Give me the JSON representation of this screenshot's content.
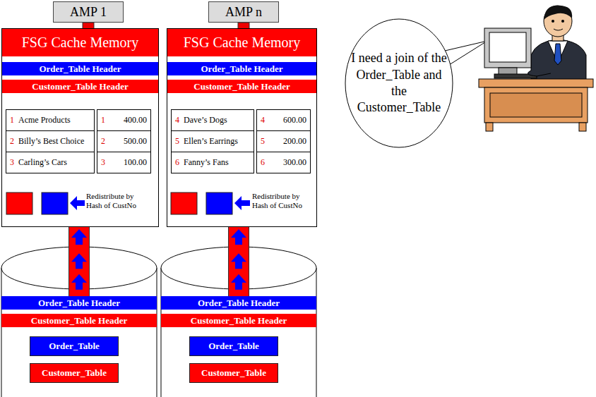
{
  "diagram": {
    "nodes": [
      {
        "text": [
          "AMP 1"
        ]
      },
      {
        "text": [
          "AMP n"
        ]
      },
      {
        "text": [
          "I need a join of the Order_Table and the Customer_Table"
        ]
      },
      {
        "text": [
          "FSG Cache Memory"
        ]
      },
      {
        "text": [
          "Order_Table Header"
        ],
        "in": 3
      },
      {
        "text": [
          "Customer_Table Header"
        ],
        "in": 3
      },
      {
        "text": [
          "1",
          "Acme Products"
        ],
        "in": 3
      },
      {
        "text": [
          "2",
          "Billy’s Best Choice"
        ],
        "in": 3
      },
      {
        "text": [
          "3",
          "Carling’s Cars"
        ],
        "in": 3
      },
      {
        "text": [
          "1",
          "400.00"
        ],
        "in": 3
      },
      {
        "text": [
          "2",
          "500.00"
        ],
        "in": 3
      },
      {
        "text": [
          "3",
          "100.00"
        ],
        "in": 3
      },
      {
        "text": [
          "FSG Cache Memory"
        ]
      },
      {
        "text": [
          "Order_Table Header"
        ],
        "in": 12
      },
      {
        "text": [
          "Customer_Table Header"
        ],
        "in": 12
      },
      {
        "text": [
          "4",
          "Dave’s Dogs"
        ],
        "in": 12
      },
      {
        "text": [
          "5",
          "Ellen’s Earrings"
        ],
        "in": 12
      },
      {
        "text": [
          "6",
          "Fanny’s Fans"
        ],
        "in": 12
      },
      {
        "text": [
          "4",
          "600.00"
        ],
        "in": 12
      },
      {
        "text": [
          "5",
          "200.00"
        ],
        "in": 12
      },
      {
        "text": [
          "6",
          "300.00"
        ],
        "in": 12
      },
      {
        "text": [
          "Order_Table Header"
        ]
      },
      {
        "text": [
          "Customer_Table Header"
        ]
      },
      {
        "text": [
          "Order_Table"
        ]
      },
      {
        "text": [
          "Customer_Table"
        ]
      },
      {
        "text": [
          "Order_Table Header"
        ]
      },
      {
        "text": [
          "Customer_Table Header"
        ]
      },
      {
        "text": [
          "Order_Table"
        ]
      },
      {
        "text": [
          "Customer_Table"
        ]
      }
    ],
    "edges": [
      {
        "from": 21,
        "to": 3,
        "arrow": "to"
      },
      {
        "from": 25,
        "to": 12,
        "arrow": "to"
      }
    ],
    "labels": [
      "Redistribute by Hash of CustNo",
      "Redistribute by Hash of CustNo"
    ]
  }
}
